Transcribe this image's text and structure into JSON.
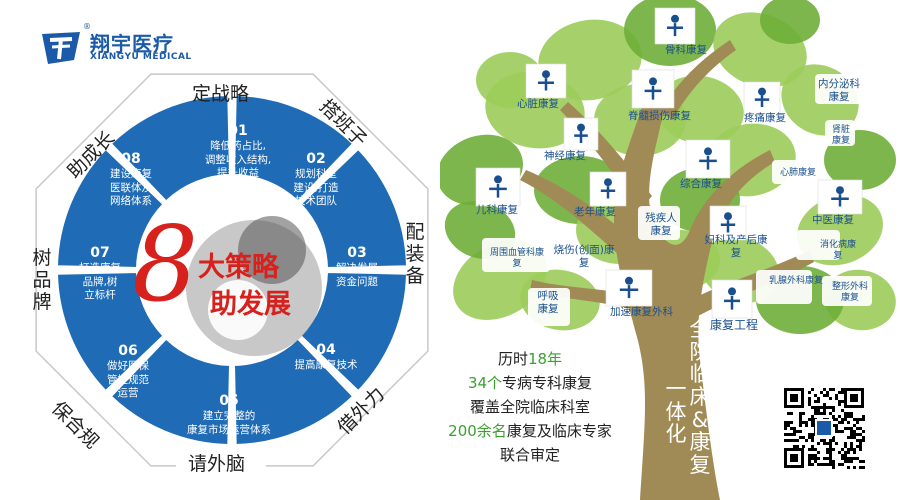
{
  "brand": {
    "name": "翔宇医疗",
    "subtitle": "XIANGYU MEDICAL",
    "registered": "®",
    "blue": "#1a5aa8"
  },
  "octagon": {
    "edges": [
      "定战略",
      "搭班子",
      "配装备",
      "借外力",
      "请外脑",
      "保合规",
      "树品牌",
      "助成长"
    ],
    "center_number": "8",
    "center_line1": "大策略",
    "center_line2": "助发展",
    "segments": [
      {
        "num": "01",
        "lines": [
          "降低药占比,",
          "调整收入结构,",
          "提升收益"
        ]
      },
      {
        "num": "02",
        "lines": [
          "规划科室",
          "建设,打造",
          "技术团队"
        ]
      },
      {
        "num": "03",
        "lines": [
          "解决发展",
          "资金问题"
        ]
      },
      {
        "num": "04",
        "lines": [
          "提高康复技术"
        ]
      },
      {
        "num": "05",
        "lines": [
          "建立完整的",
          "康复市场运营体系"
        ]
      },
      {
        "num": "06",
        "lines": [
          "做好医保",
          "管控规范",
          "运营"
        ]
      },
      {
        "num": "07",
        "lines": [
          "打造康复",
          "品牌,树",
          "立标杆"
        ]
      },
      {
        "num": "08",
        "lines": [
          "建设康复",
          "医联体及",
          "网络体系"
        ]
      }
    ],
    "segment_color": "#1f6bb5",
    "accent_red": "#d7211c"
  },
  "tree": {
    "leaf_color": "#9ccc5a",
    "leaf_dark": "#6fae3a",
    "trunk_color": "#a08a55",
    "departments": [
      {
        "label": "骨科康复",
        "icon": "orthopedic-icon"
      },
      {
        "label": "心脏康复",
        "icon": "heart-icon"
      },
      {
        "label": "脊髓损伤康复",
        "icon": "spinal-icon"
      },
      {
        "label": "疼痛康复",
        "icon": "pain-icon"
      },
      {
        "label": "内分泌科康复",
        "icon": "endocrine-icon"
      },
      {
        "label": "神经康复",
        "icon": "brain-icon"
      },
      {
        "label": "综合康复",
        "icon": "general-icon"
      },
      {
        "label": "肾脏康复",
        "icon": ""
      },
      {
        "label": "心肺康复",
        "icon": ""
      },
      {
        "label": "儿科康复",
        "icon": "child-icon"
      },
      {
        "label": "老年康复",
        "icon": "elderly-icon"
      },
      {
        "label": "残疾人康复",
        "icon": ""
      },
      {
        "label": "中医康复",
        "icon": "tcm-icon"
      },
      {
        "label": "周围血管科康复",
        "icon": ""
      },
      {
        "label": "烧伤(创面)康复",
        "icon": ""
      },
      {
        "label": "妇科及产后康复",
        "icon": "women-icon"
      },
      {
        "label": "消化病康复",
        "icon": ""
      },
      {
        "label": "呼吸康复",
        "icon": ""
      },
      {
        "label": "加速康复外科",
        "icon": "surgery-icon"
      },
      {
        "label": "康复工程",
        "icon": "engineering-icon"
      },
      {
        "label": "乳腺外科康复",
        "icon": ""
      },
      {
        "label": "整形外科康复",
        "icon": ""
      }
    ],
    "trunk_text": "全院临床&康复一体化"
  },
  "taglines": {
    "line1_pre": "历时",
    "line1_hl": "18年",
    "line2_hl": "34个",
    "line2_post": "专病专科康复",
    "line3": "覆盖全院临床科室",
    "line4_hl": "200余名",
    "line4_post": "康复及临床专家",
    "line5": "联合审定"
  }
}
